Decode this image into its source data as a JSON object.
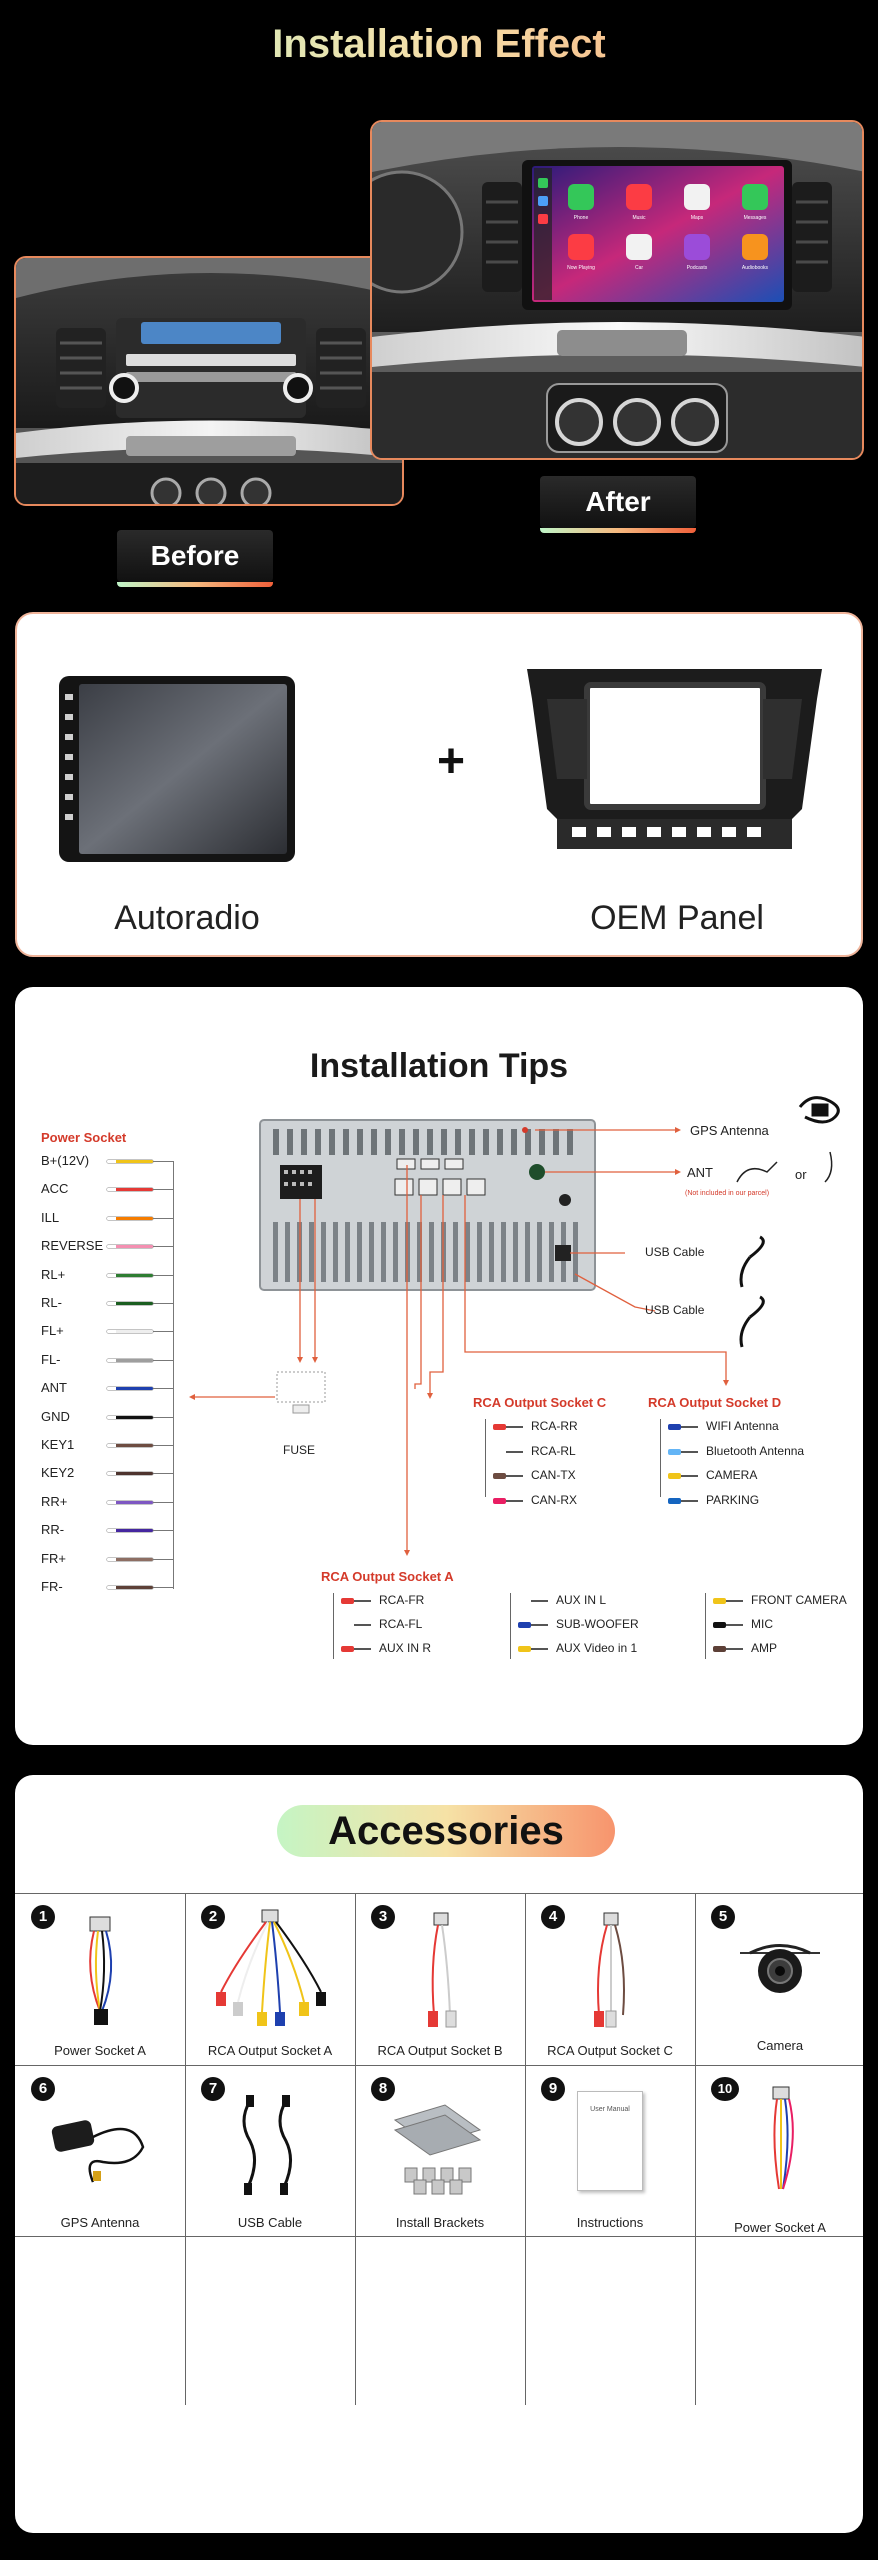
{
  "effect": {
    "title": "Installation Effect",
    "before_label": "Before",
    "after_label": "After",
    "screen_apps": [
      "Phone",
      "Music",
      "Maps",
      "Messages",
      "Now Playing",
      "Car",
      "Podcasts",
      "Audiobooks"
    ]
  },
  "products": {
    "plus": "+",
    "autoradio_label": "Autoradio",
    "panel_label": "OEM Panel"
  },
  "tips": {
    "title": "Installation Tips",
    "power_socket_title": "Power Socket",
    "power_socket": [
      {
        "label": "B+(12V)",
        "color": "#f0c419"
      },
      {
        "label": "ACC",
        "color": "#e53935"
      },
      {
        "label": "ILL",
        "color": "#f57c00"
      },
      {
        "label": "REVERSE",
        "color": "#f48fb1"
      },
      {
        "label": "RL+",
        "color": "#2e7d32"
      },
      {
        "label": "RL-",
        "color": "#1b5e20"
      },
      {
        "label": "FL+",
        "color": "#eeeeee"
      },
      {
        "label": "FL-",
        "color": "#9e9e9e"
      },
      {
        "label": "ANT",
        "color": "#1e40af"
      },
      {
        "label": "GND",
        "color": "#111111"
      },
      {
        "label": "KEY1",
        "color": "#6d4c41"
      },
      {
        "label": "KEY2",
        "color": "#4e342e"
      },
      {
        "label": "RR+",
        "color": "#7e57c2"
      },
      {
        "label": "RR-",
        "color": "#4527a0"
      },
      {
        "label": "FR+",
        "color": "#8d6e63"
      },
      {
        "label": "FR-",
        "color": "#5d4037"
      }
    ],
    "gps_antenna": "GPS Antenna",
    "ant": "ANT",
    "ant_note": "(Not included in our parcel)",
    "or": "or",
    "usb_cable_1": "USB Cable",
    "usb_cable_2": "USB Cable",
    "fuse": "FUSE",
    "socket_c": {
      "title": "RCA Output Socket C",
      "items": [
        "RCA-RR",
        "RCA-RL",
        "CAN-TX",
        "CAN-RX"
      ]
    },
    "socket_d": {
      "title": "RCA Output Socket D",
      "items": [
        "WIFI Antenna",
        "Bluetooth Antenna",
        "CAMERA",
        "PARKING"
      ]
    },
    "socket_a": {
      "title": "RCA Output Socket A",
      "col1": [
        "RCA-FR",
        "RCA-FL",
        "AUX IN R"
      ],
      "col2": [
        "AUX IN L",
        "SUB-WOOFER",
        "AUX Video in 1"
      ],
      "col3": [
        "FRONT CAMERA",
        "MIC",
        "AMP"
      ]
    }
  },
  "accessories": {
    "title": "Accessories",
    "items": [
      {
        "num": "1",
        "label": "Power Socket A"
      },
      {
        "num": "2",
        "label": "RCA Output Socket A"
      },
      {
        "num": "3",
        "label": "RCA Output Socket B"
      },
      {
        "num": "4",
        "label": "RCA Output Socket C"
      },
      {
        "num": "5",
        "label": "Camera"
      },
      {
        "num": "6",
        "label": "GPS Antenna"
      },
      {
        "num": "7",
        "label": "USB Cable"
      },
      {
        "num": "8",
        "label": "Install Brackets"
      },
      {
        "num": "9",
        "label": "Instructions"
      },
      {
        "num": "10",
        "label": "Power Socket A"
      }
    ],
    "manual_text": "User Manual"
  }
}
